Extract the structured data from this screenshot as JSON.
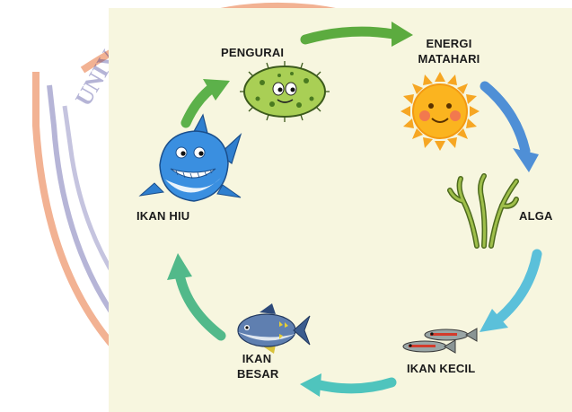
{
  "diagram": {
    "nodes": [
      {
        "id": "pengurai",
        "label": "PENGURAI",
        "icon": "bacteria-icon"
      },
      {
        "id": "energi",
        "label": "ENERGI\nMATAHARI",
        "line1": "ENERGI",
        "line2": "MATAHARI",
        "icon": "sun-icon"
      },
      {
        "id": "alga",
        "label": "ALGA",
        "icon": "seaweed-icon"
      },
      {
        "id": "ikan_kecil",
        "label": "IKAN KECIL",
        "icon": "small-fish-icon"
      },
      {
        "id": "ikan_besar",
        "label": "IKAN\nBESAR",
        "line1": "IKAN",
        "line2": "BESAR",
        "icon": "tuna-icon"
      },
      {
        "id": "ikan_hiu",
        "label": "IKAN HIU",
        "icon": "shark-icon"
      }
    ],
    "edges": [
      {
        "from": "pengurai",
        "to": "energi",
        "color": "#5cab3f"
      },
      {
        "from": "energi",
        "to": "alga",
        "color": "#4f8fd6"
      },
      {
        "from": "alga",
        "to": "ikan_kecil",
        "color": "#5bc0da"
      },
      {
        "from": "ikan_kecil",
        "to": "ikan_besar",
        "color": "#4fc4bd"
      },
      {
        "from": "ikan_besar",
        "to": "ikan_hiu",
        "color": "#52b98a"
      },
      {
        "from": "ikan_hiu",
        "to": "pengurai",
        "color": "#5cb14a"
      }
    ]
  },
  "colors": {
    "background": "#f7f6df",
    "watermark": "#2d2a8c",
    "watermark_accent": "#e8733a"
  }
}
